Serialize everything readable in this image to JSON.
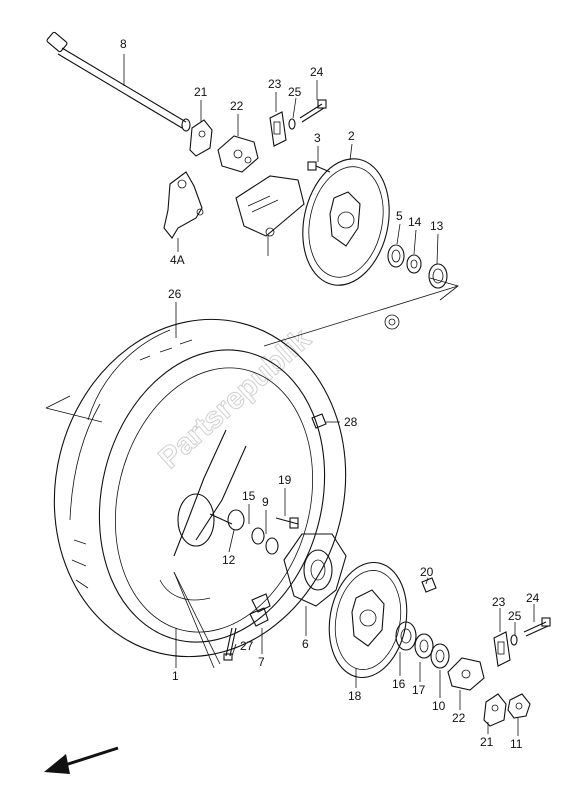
{
  "diagram": {
    "watermark": "Partsrepublik",
    "labels": {
      "p8": "8",
      "p21_top": "21",
      "p22_top": "22",
      "p23_top": "23",
      "p24_top": "24",
      "p25_top": "25",
      "p3": "3",
      "p2": "2",
      "p5": "5",
      "p14": "14",
      "p13": "13",
      "p4a": "4A",
      "p26": "26",
      "p28": "28",
      "p19": "19",
      "p15": "15",
      "p9": "9",
      "p12": "12",
      "p20": "20",
      "p27": "27",
      "p7": "7",
      "p6": "6",
      "p1": "1",
      "p23_bot": "23",
      "p24_bot": "24",
      "p25_bot": "25",
      "p18": "18",
      "p16": "16",
      "p17": "17",
      "p10": "10",
      "p22_bot": "22",
      "p21_bot": "21",
      "p11": "11"
    }
  }
}
